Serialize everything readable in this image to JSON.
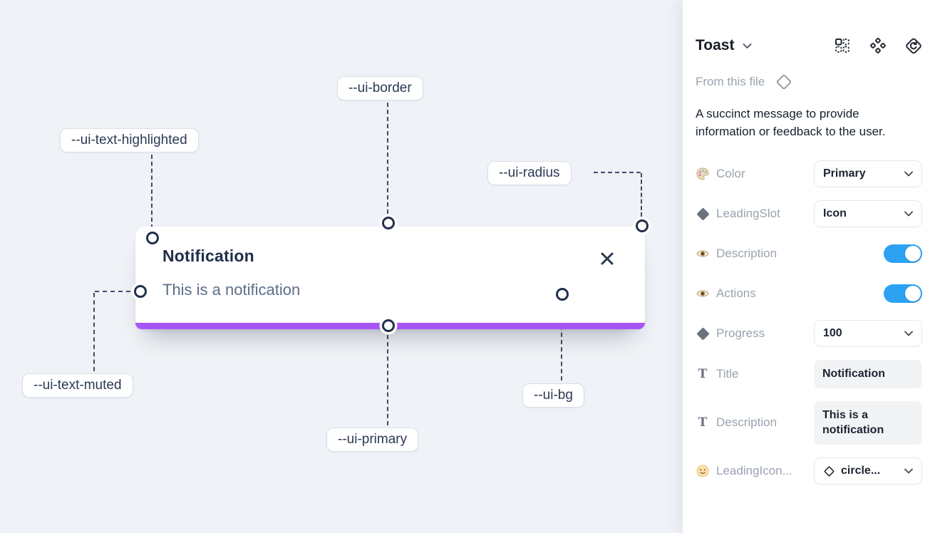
{
  "colors": {
    "canvas_bg": "#eff2f6",
    "primary_purple": "#a855f7",
    "toggle_on": "#2da2f3"
  },
  "canvas": {
    "toast": {
      "title": "Notification",
      "description": "This is a notification"
    },
    "labels": [
      {
        "text": "--ui-text-highlighted"
      },
      {
        "text": "--ui-border"
      },
      {
        "text": "--ui-radius"
      },
      {
        "text": "--ui-text-muted"
      },
      {
        "text": "--ui-primary"
      },
      {
        "text": "--ui-bg"
      }
    ]
  },
  "panel": {
    "title": "Toast",
    "source": "From this file",
    "description": "A succinct message to provide information or feedback to the user.",
    "header_icons": [
      "component-set-icon",
      "variants-icon",
      "swap-instance-icon"
    ],
    "rows": [
      {
        "icon": "palette-icon",
        "label": "Color",
        "control": "select",
        "value": "Primary"
      },
      {
        "icon": "diamond-icon",
        "label": "LeadingSlot",
        "control": "select",
        "value": "Icon"
      },
      {
        "icon": "eye-icon",
        "label": "Description",
        "control": "toggle",
        "on": true
      },
      {
        "icon": "eye-icon",
        "label": "Actions",
        "control": "toggle",
        "on": true
      },
      {
        "icon": "diamond-icon",
        "label": "Progress",
        "control": "select",
        "value": "100"
      },
      {
        "icon": "text-icon",
        "label": "Title",
        "control": "field",
        "value": "Notification"
      },
      {
        "icon": "text-icon",
        "label": "Description",
        "control": "field",
        "value": "This is a notification"
      },
      {
        "icon": "smiley-icon",
        "label": "LeadingIcon...",
        "control": "select",
        "value": "circle..."
      }
    ]
  }
}
